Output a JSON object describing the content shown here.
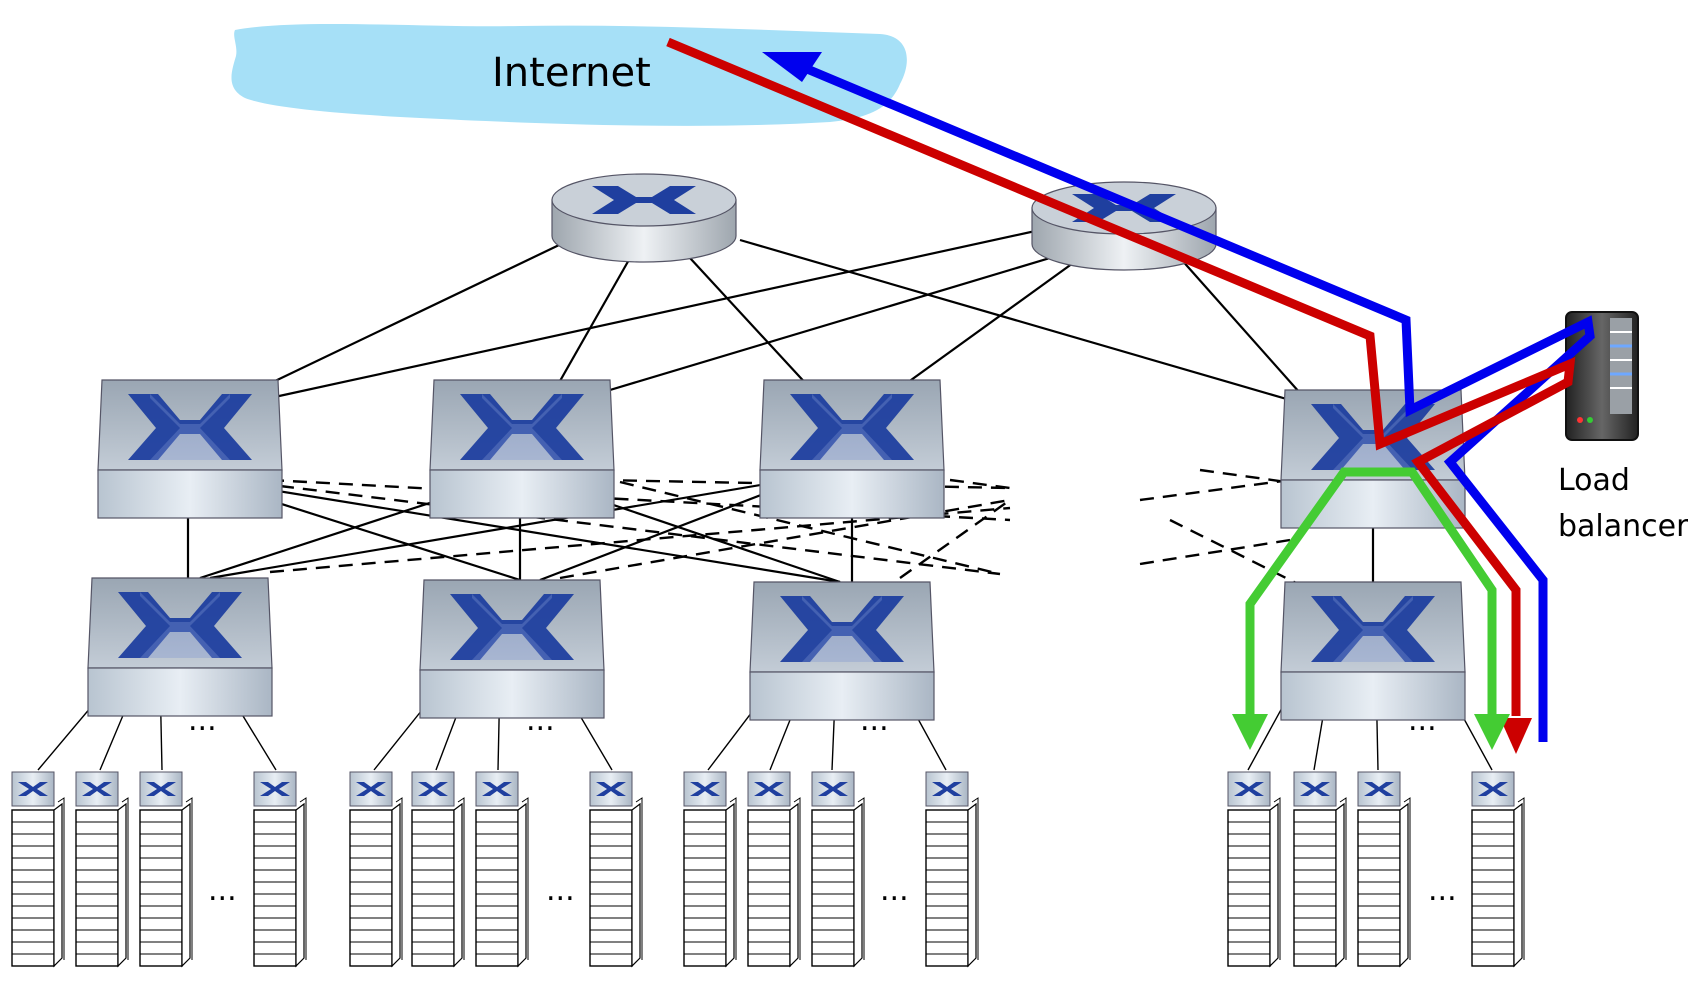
{
  "labels": {
    "internet": "Internet",
    "load_balancer_line1": "Load",
    "load_balancer_line2": "balancer",
    "ellipsis": "..."
  },
  "colors": {
    "cloud": "#a6e0f7",
    "request_path": "#cc0000",
    "response_path": "#0000ee",
    "internal_path": "#44cc33",
    "switch_icon": "#1f3f9f",
    "switch_body": "#c7d0da"
  },
  "icons": {
    "core_router": "router-icon",
    "switch": "switch-icon",
    "rack": "server-rack-icon",
    "load_balancer": "server-tower-icon"
  }
}
